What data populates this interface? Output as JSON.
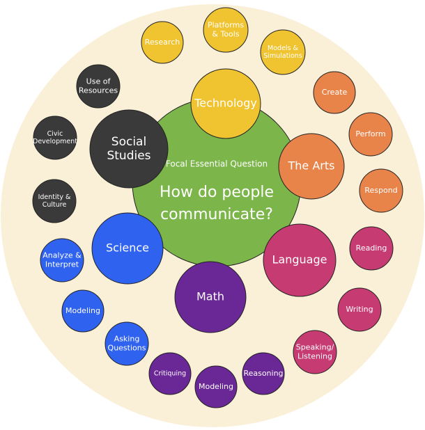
{
  "center": {
    "caption": "Focal Essential Question",
    "question": [
      "How do people",
      "communicate?"
    ],
    "color": "#7cb64a"
  },
  "background_color": "#faf0d8",
  "topics": [
    {
      "id": "technology",
      "label": [
        "Technology"
      ],
      "color": "#f0c330",
      "subtopics": [
        [
          "Research"
        ],
        [
          "Platforms",
          "& Tools"
        ],
        [
          "Models &",
          "Simulations"
        ]
      ]
    },
    {
      "id": "the-arts",
      "label": [
        "The Arts"
      ],
      "color": "#e8844a",
      "subtopics": [
        [
          "Create"
        ],
        [
          "Perform"
        ],
        [
          "Respond"
        ]
      ]
    },
    {
      "id": "language",
      "label": [
        "Language"
      ],
      "color": "#c63b72",
      "subtopics": [
        [
          "Reading"
        ],
        [
          "Writing"
        ],
        [
          "Speaking/",
          "Listening"
        ]
      ]
    },
    {
      "id": "math",
      "label": [
        "Math"
      ],
      "color": "#6a2796",
      "subtopics": [
        [
          "Reasoning"
        ],
        [
          "Modeling"
        ],
        [
          "Critiquing"
        ]
      ]
    },
    {
      "id": "science",
      "label": [
        "Science"
      ],
      "color": "#3062f0",
      "subtopics": [
        [
          "Asking",
          "Questions"
        ],
        [
          "Modeling"
        ],
        [
          "Analyze &",
          "Interpret"
        ]
      ]
    },
    {
      "id": "social-studies",
      "label": [
        "Social",
        "Studies"
      ],
      "color": "#3a3a3a",
      "subtopics": [
        [
          "Identity &",
          "Culture"
        ],
        [
          "Civic",
          "Development"
        ],
        [
          "Use of",
          "Resources"
        ]
      ]
    }
  ]
}
